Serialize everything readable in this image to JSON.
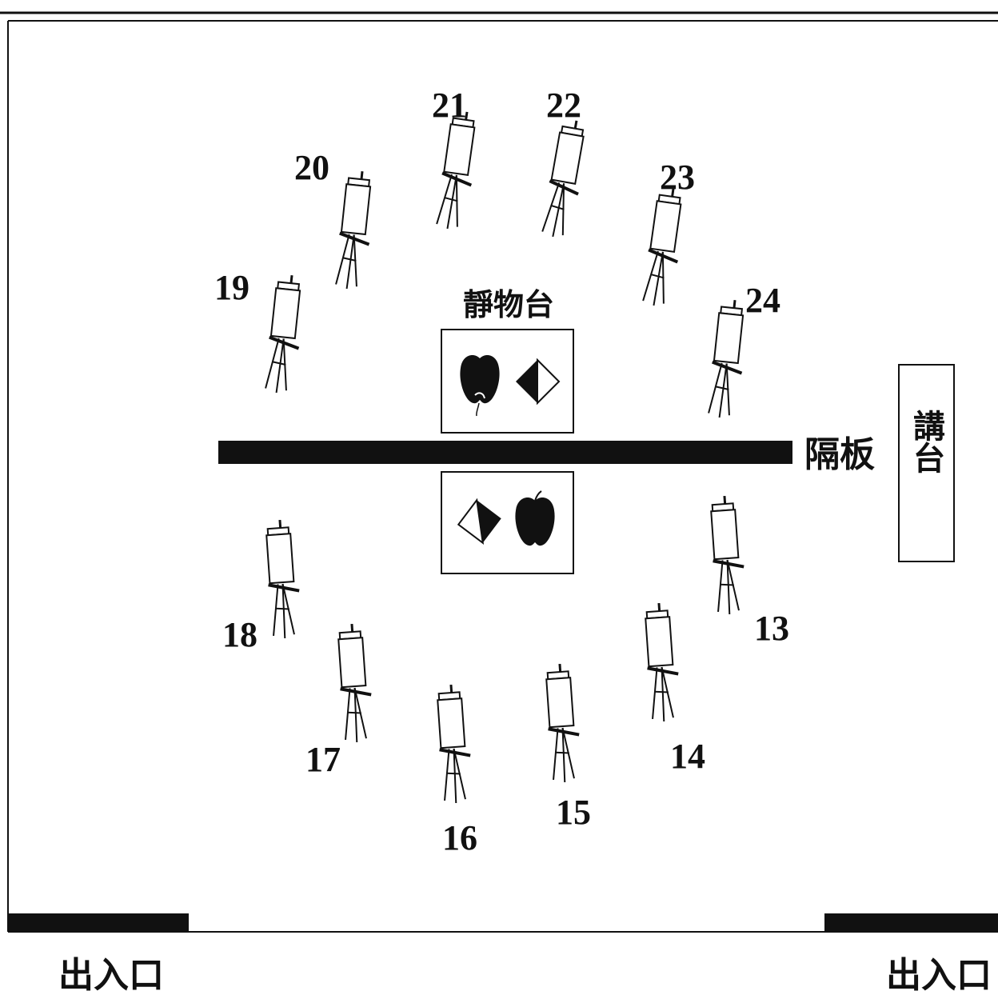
{
  "room": {
    "podium_label": "講台",
    "partition_label": "隔板",
    "exits": [
      {
        "label": "出入口"
      },
      {
        "label": "出入口"
      }
    ]
  },
  "still_life_tables": [
    {
      "title": "靜物台",
      "items": [
        "apple-icon",
        "cube-icon"
      ]
    },
    {
      "title": "",
      "items": [
        "cube-icon",
        "apple-icon"
      ]
    }
  ],
  "easels": [
    {
      "number": "21"
    },
    {
      "number": "22"
    },
    {
      "number": "20"
    },
    {
      "number": "23"
    },
    {
      "number": "19"
    },
    {
      "number": "24"
    },
    {
      "number": "18"
    },
    {
      "number": "13"
    },
    {
      "number": "17"
    },
    {
      "number": "14"
    },
    {
      "number": "16"
    },
    {
      "number": "15"
    }
  ],
  "colors": {
    "ink": "#111111",
    "paper": "#ffffff"
  }
}
